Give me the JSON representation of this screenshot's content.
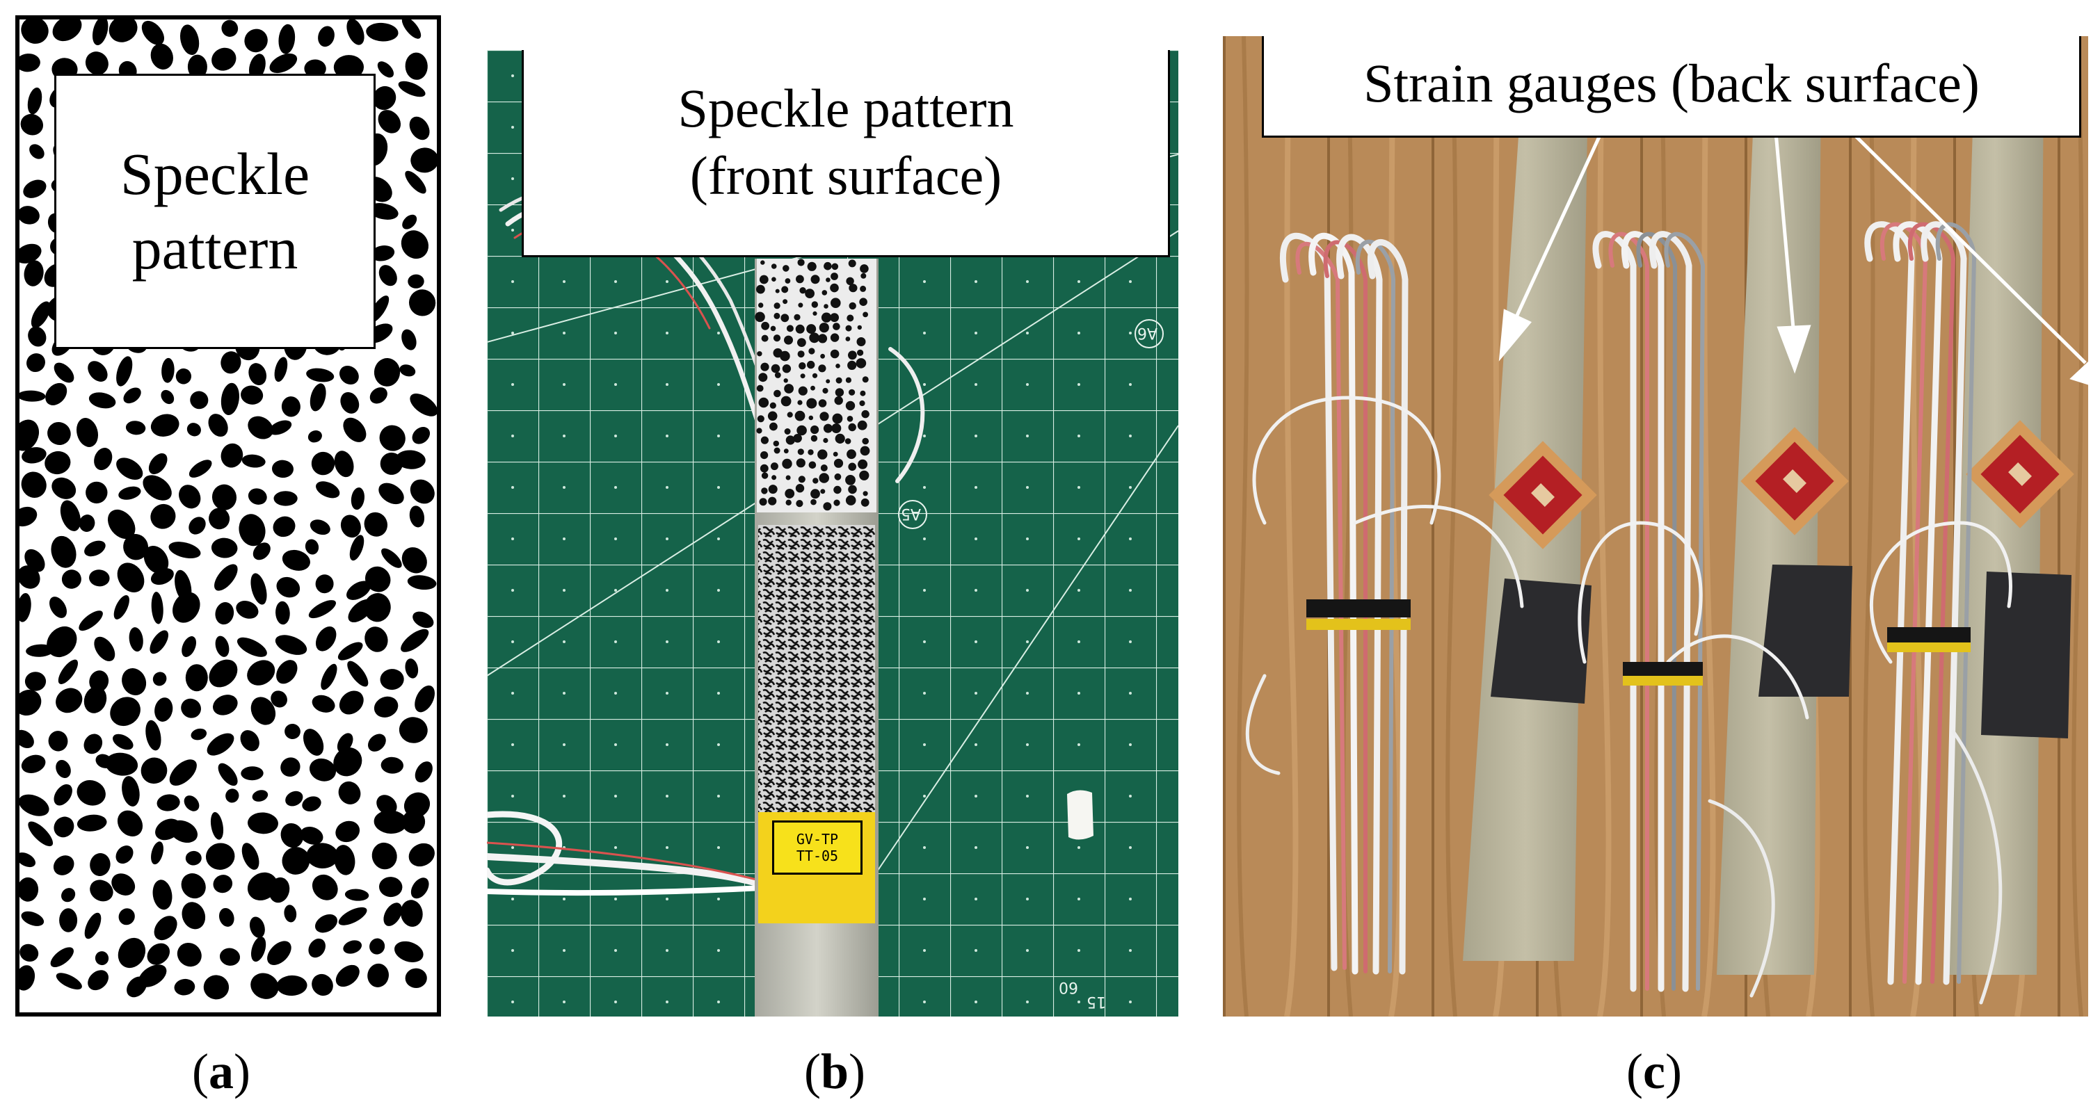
{
  "panels": [
    {
      "id": "a",
      "label_lines": [
        "Speckle",
        "pattern"
      ],
      "caption": "a"
    },
    {
      "id": "b",
      "label_lines": [
        "Speckle pattern",
        "(front surface)"
      ],
      "caption": "b",
      "specimen_tag": [
        "GV-TP",
        "TT-05"
      ],
      "mat_marks": [
        "A6",
        "A5",
        "60",
        "15"
      ]
    },
    {
      "id": "c",
      "label_lines": [
        "Strain gauges (back surface)"
      ],
      "caption": "c"
    }
  ],
  "colors": {
    "speckle_black": "#000000",
    "mat_green": "#15634a",
    "mat_grid": "#d9eee4",
    "wood": "#b98a58",
    "strip": "#b7b39b",
    "gauge_red": "#b41f24",
    "tape": "#2b2b2e",
    "tag_yellow": "#f7e11b"
  }
}
